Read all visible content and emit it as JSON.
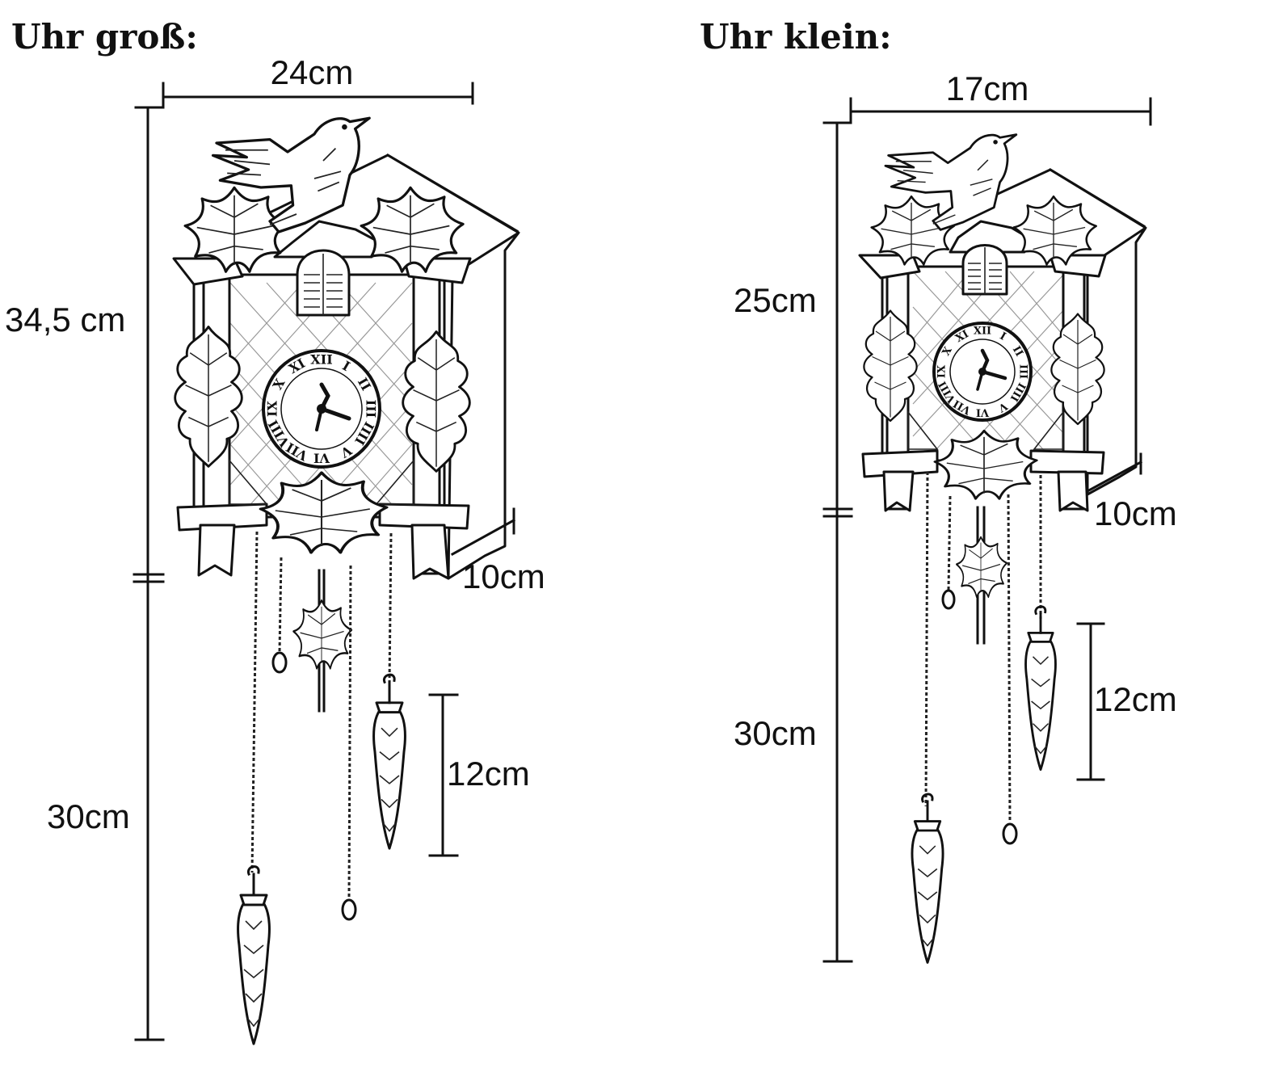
{
  "clocks": [
    {
      "title": "Uhr groß:",
      "width_label": "24cm",
      "total_height_label": "34,5 cm",
      "chain_length_label": "30cm",
      "depth_label": "10cm",
      "weight_label": "12cm"
    },
    {
      "title": "Uhr klein:",
      "width_label": "17cm",
      "total_height_label": "25cm",
      "chain_length_label": "30cm",
      "depth_label": "10cm",
      "weight_label": "12cm"
    }
  ],
  "dial_numerals": [
    "XII",
    "I",
    "II",
    "III",
    "IIII",
    "V",
    "VI",
    "VII",
    "VIII",
    "IX",
    "X",
    "XI"
  ]
}
